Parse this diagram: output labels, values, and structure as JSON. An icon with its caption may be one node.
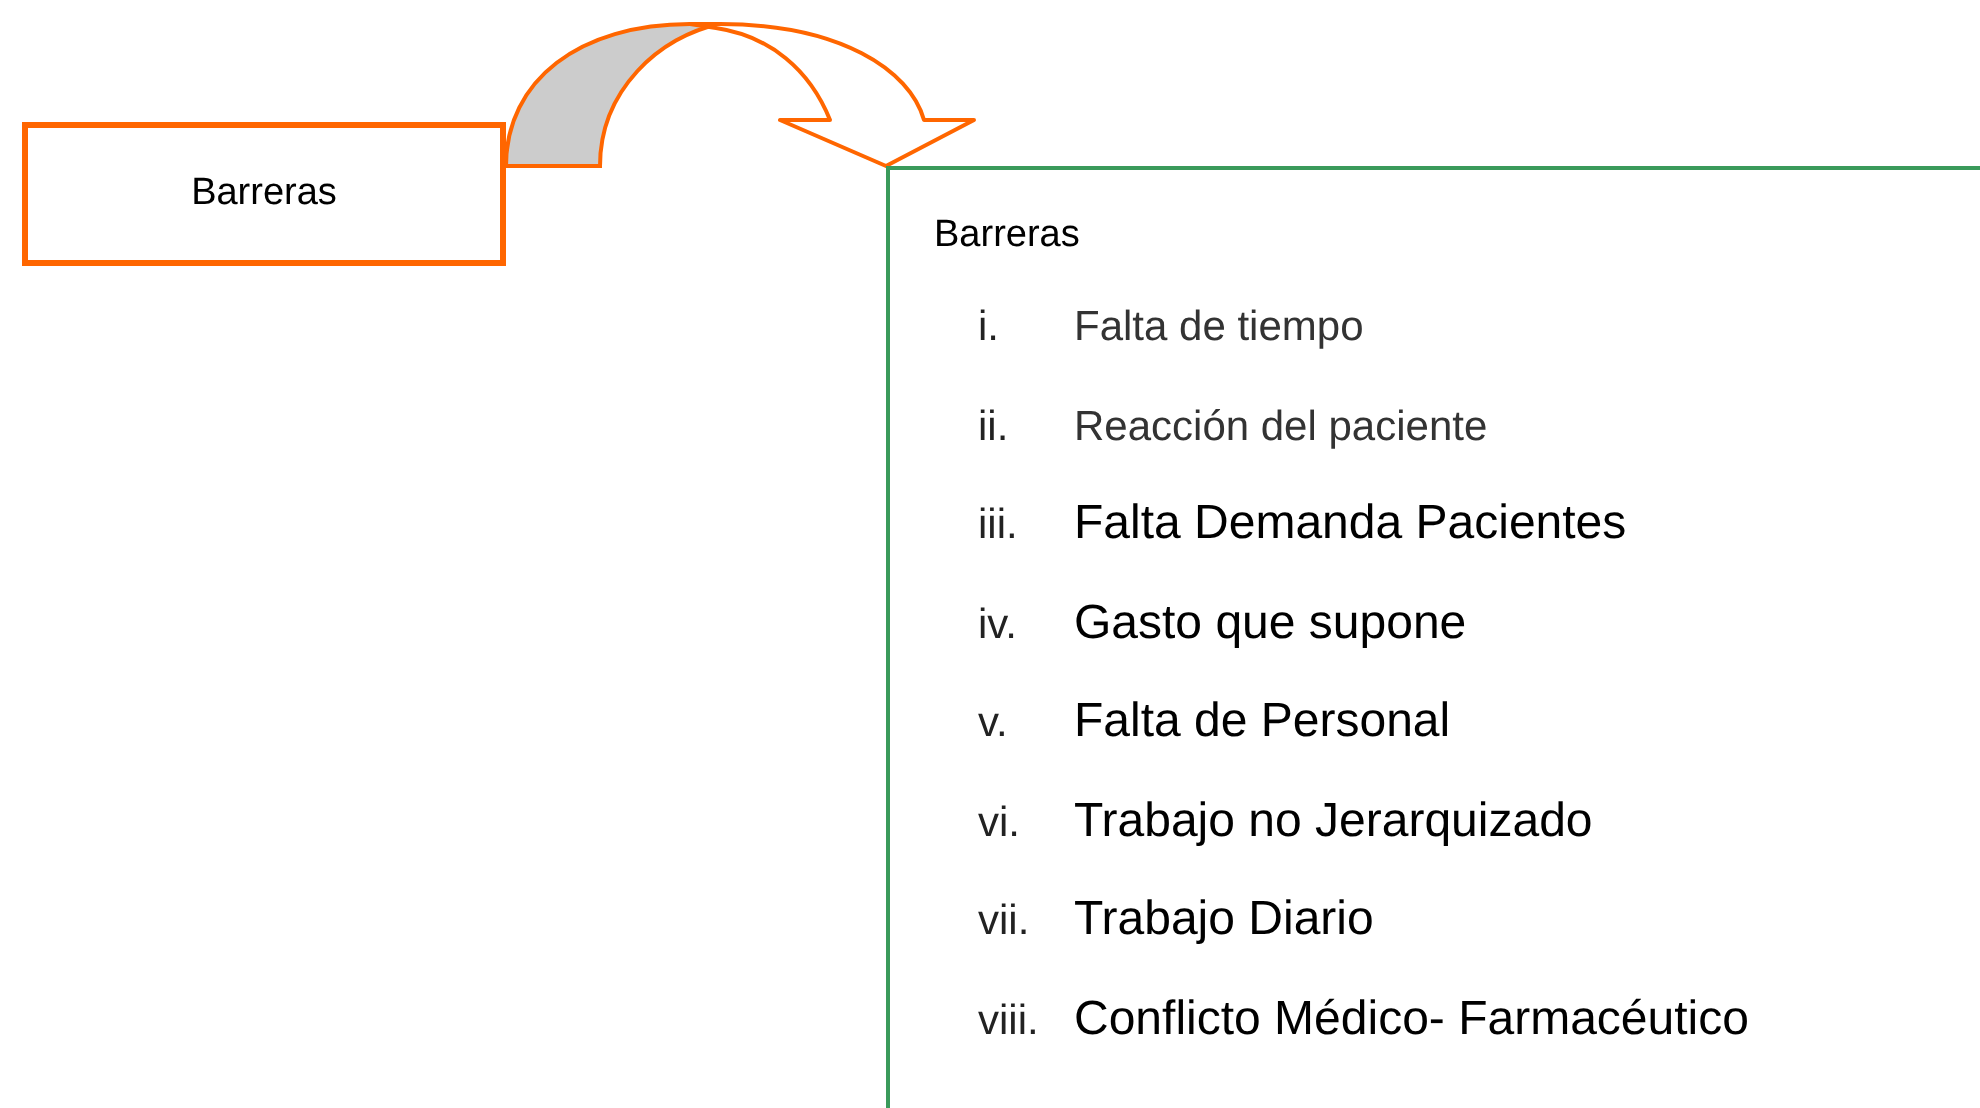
{
  "diagram": {
    "nodes": [
      {
        "text": [
          "Barreras"
        ]
      },
      {
        "text": [
          "Barreras",
          "Falta de tiempo",
          "Reacción del paciente",
          "Falta Demanda Pacientes",
          "Gasto que supone",
          "Falta de Personal",
          "Trabajo no Jerarquizado",
          "Trabajo Diario",
          "Conflicto Médico- Farmacéutico"
        ]
      }
    ],
    "edges": [
      {
        "from": 0,
        "to": 1,
        "arrow": "to"
      }
    ],
    "labels": [
      "i.",
      "ii.",
      "iii.",
      "iv.",
      "v.",
      "vi.",
      "vii.",
      "viii."
    ]
  }
}
